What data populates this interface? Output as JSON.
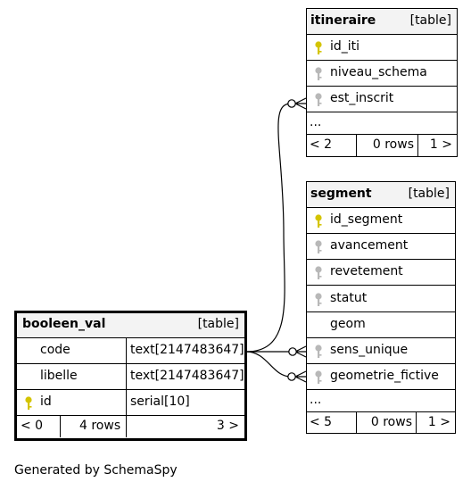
{
  "tables": {
    "itineraire": {
      "name": "itineraire",
      "kind": "[table]",
      "columns": [
        {
          "name": "id_iti",
          "key": "primary",
          "key_color": "#d4c400"
        },
        {
          "name": "niveau_schema",
          "key": "index",
          "key_color": "#b8b8b8"
        },
        {
          "name": "est_inscrit",
          "key": "index",
          "key_color": "#b8b8b8"
        }
      ],
      "more": "...",
      "footer": {
        "parents": "< 2",
        "rows": "0 rows",
        "children": "1 >"
      }
    },
    "segment": {
      "name": "segment",
      "kind": "[table]",
      "columns": [
        {
          "name": "id_segment",
          "key": "primary",
          "key_color": "#d4c400"
        },
        {
          "name": "avancement",
          "key": "index",
          "key_color": "#b8b8b8"
        },
        {
          "name": "revetement",
          "key": "index",
          "key_color": "#b8b8b8"
        },
        {
          "name": "statut",
          "key": "index",
          "key_color": "#b8b8b8"
        },
        {
          "name": "geom",
          "key": "none"
        },
        {
          "name": "sens_unique",
          "key": "index",
          "key_color": "#b8b8b8"
        },
        {
          "name": "geometrie_fictive",
          "key": "index",
          "key_color": "#b8b8b8"
        }
      ],
      "more": "...",
      "footer": {
        "parents": "< 5",
        "rows": "0 rows",
        "children": "1 >"
      }
    },
    "booleen_val": {
      "name": "booleen_val",
      "kind": "[table]",
      "columns": [
        {
          "name": "code",
          "type": "text[2147483647]",
          "key": "none"
        },
        {
          "name": "libelle",
          "type": "text[2147483647]",
          "key": "none"
        },
        {
          "name": "id",
          "type": "serial[10]",
          "key": "primary",
          "key_color": "#d4c400"
        }
      ],
      "footer": {
        "parents": "< 0",
        "rows": "4 rows",
        "children": "3 >"
      }
    }
  },
  "caption": "Generated by SchemaSpy"
}
